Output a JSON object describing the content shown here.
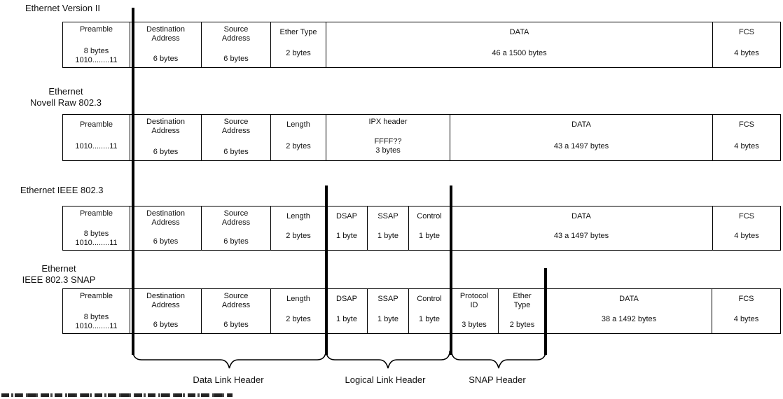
{
  "page": {
    "background_color": "#ffffff",
    "line_color": "#000000",
    "text_color": "#111111"
  },
  "rows": [
    {
      "title": "Ethernet Version II",
      "fields": [
        {
          "name": "Preamble",
          "size": "8 bytes\n1010........11"
        },
        {
          "name": "Destination\nAddress",
          "size": "6 bytes"
        },
        {
          "name": "Source\nAddress",
          "size": "6 bytes"
        },
        {
          "name": "Ether Type",
          "size": "2 bytes"
        },
        {
          "name": "DATA",
          "size": "46 a 1500 bytes"
        },
        {
          "name": "FCS",
          "size": "4 bytes"
        }
      ]
    },
    {
      "title": "Ethernet\nNovell Raw 802.3",
      "fields": [
        {
          "name": "Preamble",
          "size": "1010........11"
        },
        {
          "name": "Destination\nAddress",
          "size": "6 bytes"
        },
        {
          "name": "Source\nAddress",
          "size": "6 bytes"
        },
        {
          "name": "Length",
          "size": "2 bytes"
        },
        {
          "name": "IPX header",
          "size": "FFFF??\n3 bytes"
        },
        {
          "name": "DATA",
          "size": "43 a 1497 bytes"
        },
        {
          "name": "FCS",
          "size": "4 bytes"
        }
      ]
    },
    {
      "title": "Ethernet IEEE 802.3",
      "fields": [
        {
          "name": "Preamble",
          "size": "8 bytes\n1010........11"
        },
        {
          "name": "Destination\nAddress",
          "size": "6 bytes"
        },
        {
          "name": "Source\nAddress",
          "size": "6 bytes"
        },
        {
          "name": "Length",
          "size": "2 bytes"
        },
        {
          "name": "DSAP",
          "size": "1 byte"
        },
        {
          "name": "SSAP",
          "size": "1 byte"
        },
        {
          "name": "Control",
          "size": "1 byte"
        },
        {
          "name": "DATA",
          "size": "43 a 1497 bytes"
        },
        {
          "name": "FCS",
          "size": "4 bytes"
        }
      ]
    },
    {
      "title": "Ethernet\nIEEE 802.3 SNAP",
      "fields": [
        {
          "name": "Preamble",
          "size": "8 bytes\n1010........11"
        },
        {
          "name": "Destination\nAddress",
          "size": "6 bytes"
        },
        {
          "name": "Source\nAddress",
          "size": "6 bytes"
        },
        {
          "name": "Length",
          "size": "2 bytes"
        },
        {
          "name": "DSAP",
          "size": "1 byte"
        },
        {
          "name": "SSAP",
          "size": "1 byte"
        },
        {
          "name": "Control",
          "size": "1 byte"
        },
        {
          "name": "Protocol\nID",
          "size": "3 bytes"
        },
        {
          "name": "Ether\nType",
          "size": "2 bytes"
        },
        {
          "name": "DATA",
          "size": "38 a 1492 bytes"
        },
        {
          "name": "FCS",
          "size": "4 bytes"
        }
      ]
    }
  ],
  "braces": [
    {
      "label": "Data Link Header"
    },
    {
      "label": "Logical Link Header"
    },
    {
      "label": "SNAP Header"
    }
  ]
}
